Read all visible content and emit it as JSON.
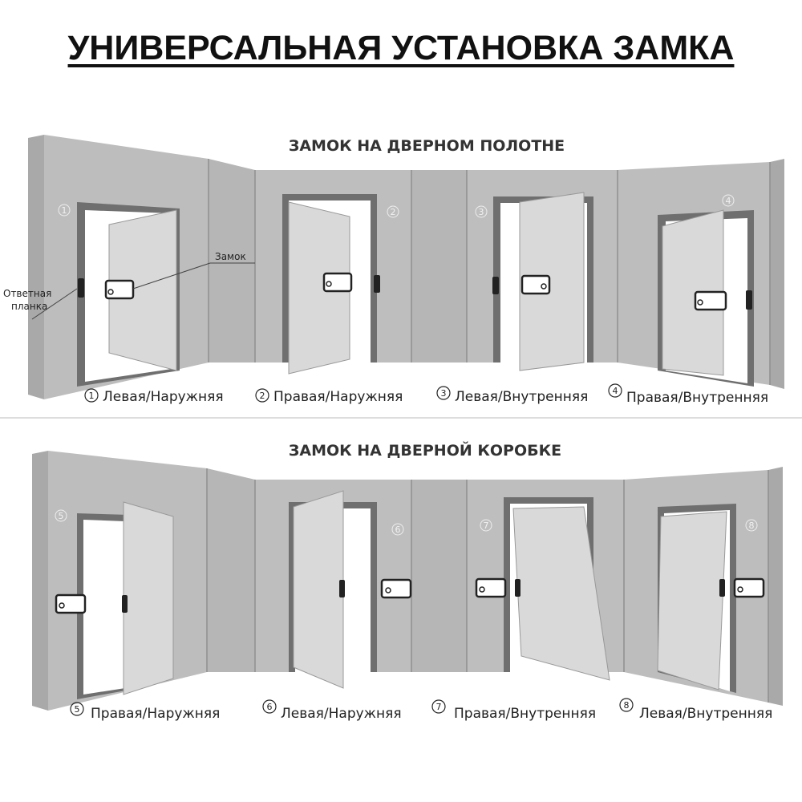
{
  "title": "УНИВЕРСАЛЬНАЯ УСТАНОВКА ЗАМКА",
  "sections": [
    {
      "title": "ЗАМОК НА ДВЕРНОМ ПОЛОТНЕ",
      "variants": [
        {
          "num": "1",
          "label": "Левая/Наружняя"
        },
        {
          "num": "2",
          "label": "Правая/Наружняя"
        },
        {
          "num": "3",
          "label": "Левая/Внутренняя"
        },
        {
          "num": "4",
          "label": "Правая/Внутренняя"
        }
      ]
    },
    {
      "title": "ЗАМОК НА ДВЕРНОЙ КОРОБКЕ",
      "variants": [
        {
          "num": "5",
          "label": "Правая/Наружняя"
        },
        {
          "num": "6",
          "label": "Левая/Наружняя"
        },
        {
          "num": "7",
          "label": "Правая/Внутренняя"
        },
        {
          "num": "8",
          "label": "Левая/Внутренняя"
        }
      ]
    }
  ],
  "callouts": {
    "lock": "Замок",
    "strike_line1": "Ответная",
    "strike_line2": "планка"
  }
}
